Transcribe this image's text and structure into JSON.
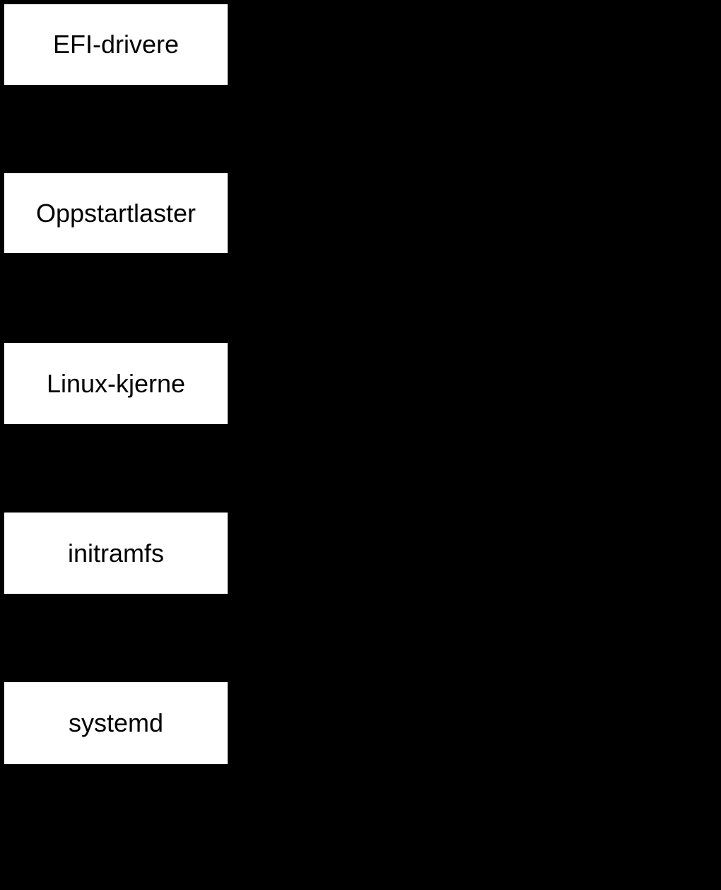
{
  "diagram": {
    "background_color": "#000000",
    "box_fill_color": "#ffffff",
    "text_color": "#000000",
    "stages": [
      {
        "label": "EFI-drivere"
      },
      {
        "label": "Oppstartlaster"
      },
      {
        "label": "Linux-kjerne"
      },
      {
        "label": "initramfs"
      },
      {
        "label": "systemd"
      }
    ]
  }
}
